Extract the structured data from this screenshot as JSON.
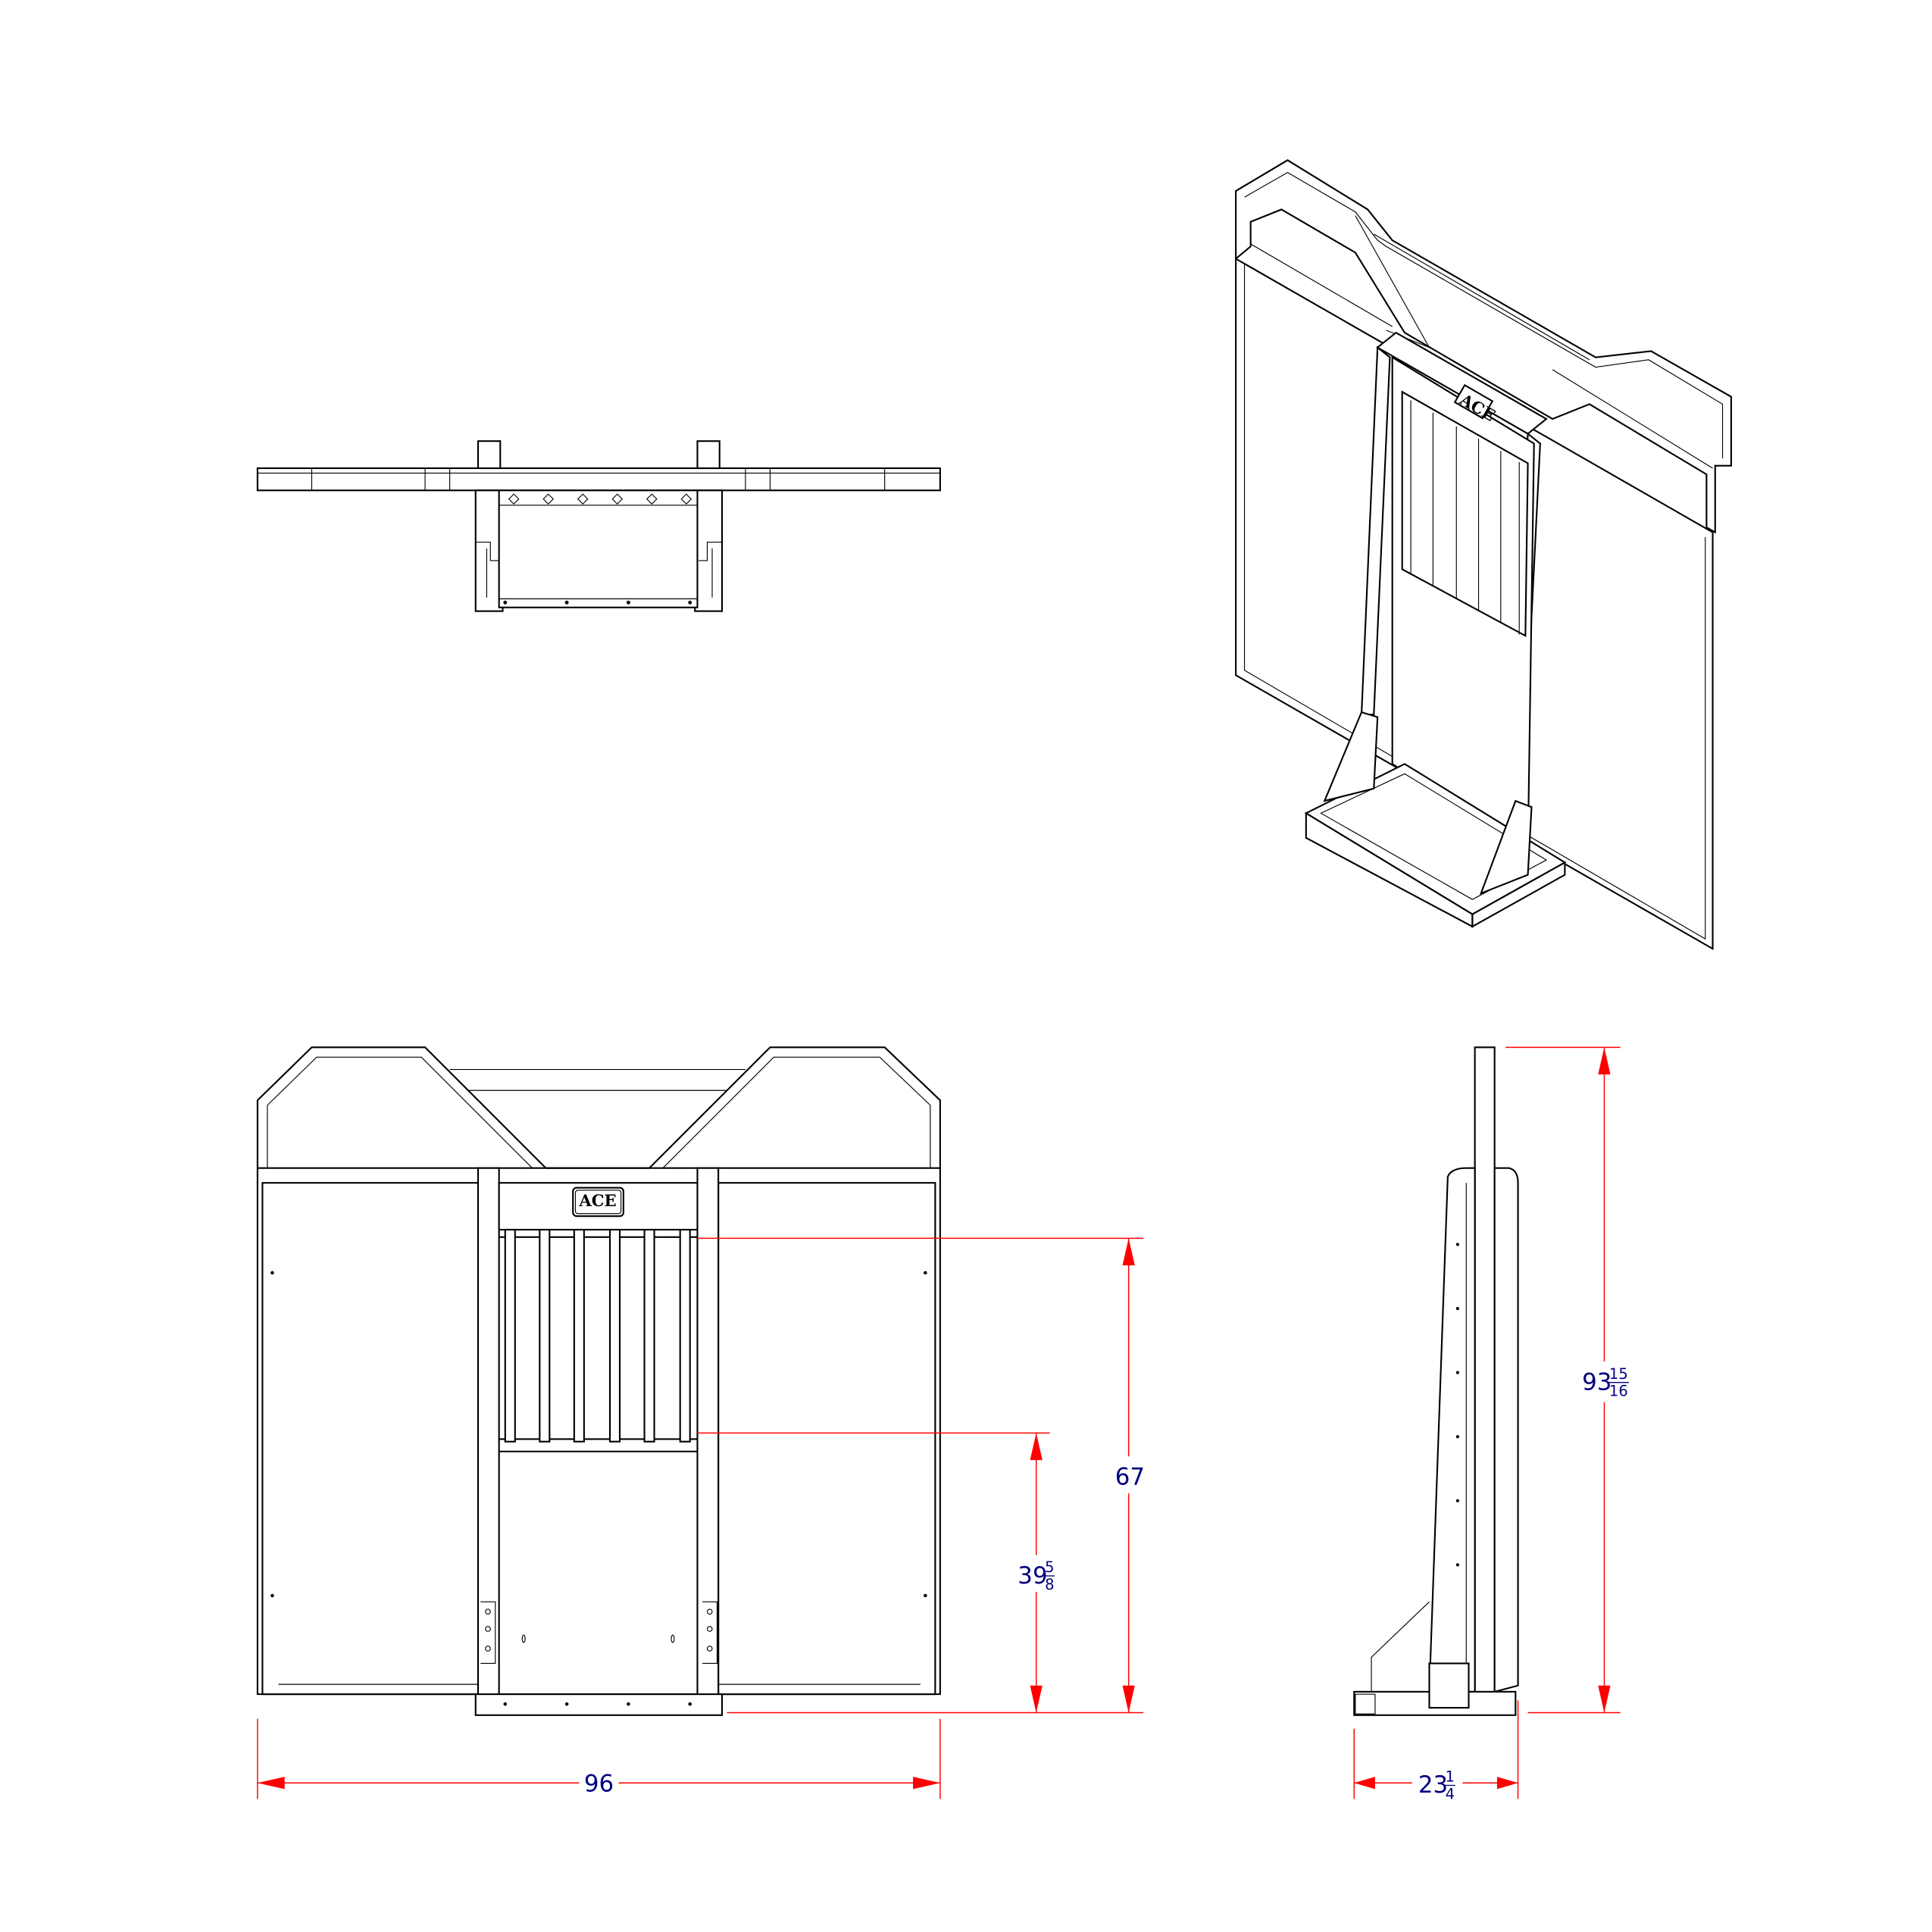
{
  "logo_text": "ACE",
  "dimensions": {
    "overall_width": {
      "whole": "96",
      "num": "",
      "den": ""
    },
    "overall_depth": {
      "whole": "23",
      "num": "1",
      "den": "4"
    },
    "overall_height": {
      "whole": "93",
      "num": "15",
      "den": "16"
    },
    "bar_top_height": {
      "whole": "67",
      "num": "",
      "den": ""
    },
    "bar_bottom_height": {
      "whole": "39",
      "num": "5",
      "den": "8"
    }
  },
  "colors": {
    "dimension_line": "#ff0000",
    "dimension_text": "#000080",
    "drawing_line": "#000000"
  }
}
